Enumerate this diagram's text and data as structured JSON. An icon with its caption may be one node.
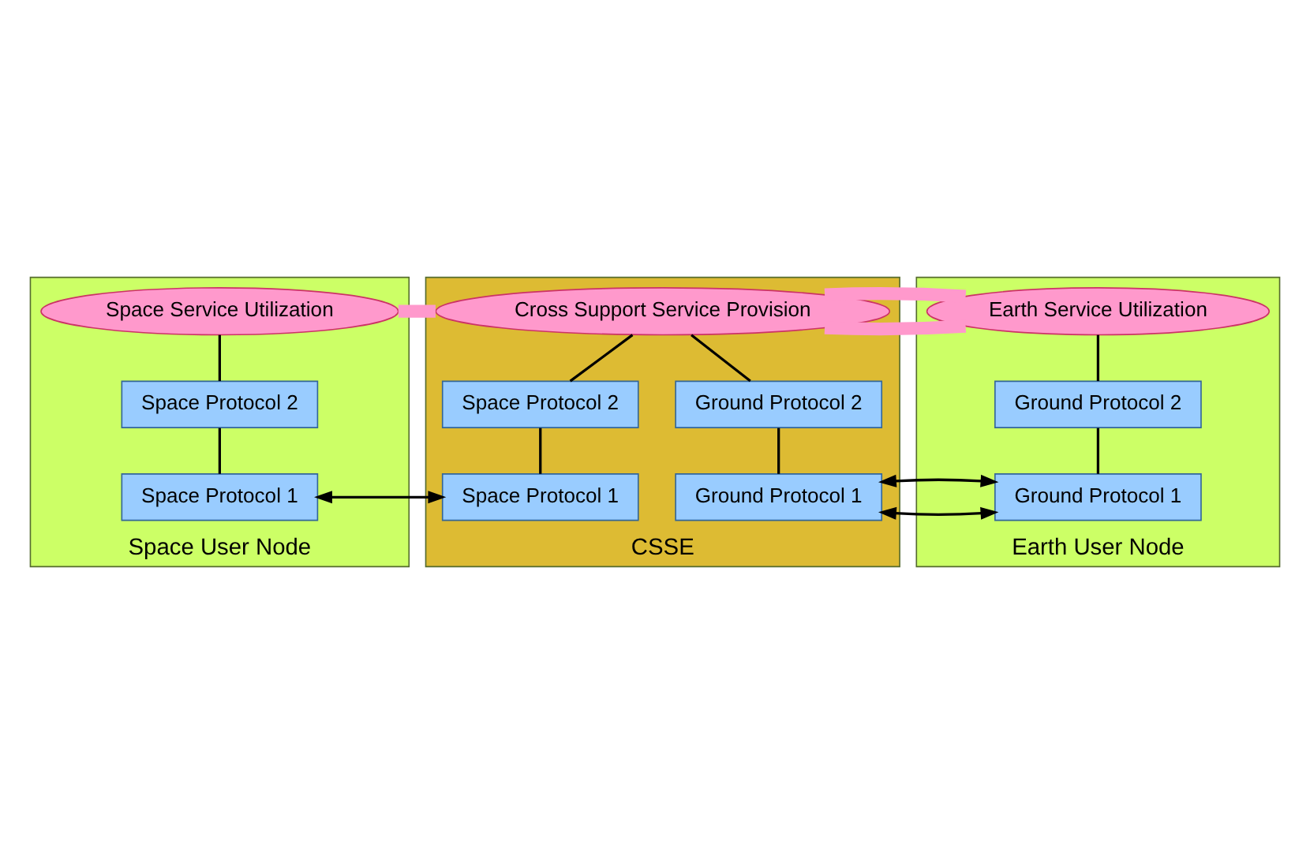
{
  "diagram": {
    "nodes": [
      {
        "text": [
          "Space User Node"
        ]
      },
      {
        "text": [
          "Space Service Utilization"
        ],
        "in": 0
      },
      {
        "text": [
          "Space Protocol 2"
        ],
        "in": 0
      },
      {
        "text": [
          "Space Protocol 1"
        ],
        "in": 0
      },
      {
        "text": [
          "CSSE"
        ]
      },
      {
        "text": [
          "Cross Support Service Provision"
        ],
        "in": 4
      },
      {
        "text": [
          "Space Protocol 2"
        ],
        "in": 4
      },
      {
        "text": [
          "Ground Protocol 2"
        ],
        "in": 4
      },
      {
        "text": [
          "Space Protocol 1"
        ],
        "in": 4
      },
      {
        "text": [
          "Ground Protocol 1"
        ],
        "in": 4
      },
      {
        "text": [
          "Earth User Node"
        ]
      },
      {
        "text": [
          "Earth Service Utilization"
        ],
        "in": 10
      },
      {
        "text": [
          "Ground Protocol 2"
        ],
        "in": 10
      },
      {
        "text": [
          "Ground Protocol 1"
        ],
        "in": 10
      }
    ],
    "edges": [
      {
        "from": 1,
        "to": 5,
        "arrow": "none",
        "style": "thick",
        "color": "#ff99cc"
      },
      {
        "from": 5,
        "to": 11,
        "arrow": "none",
        "style": "thick",
        "color": "#ff99cc"
      },
      {
        "from": 1,
        "to": 2,
        "arrow": "none"
      },
      {
        "from": 2,
        "to": 3,
        "arrow": "none"
      },
      {
        "from": 5,
        "to": 6,
        "arrow": "none"
      },
      {
        "from": 5,
        "to": 7,
        "arrow": "none"
      },
      {
        "from": 6,
        "to": 8,
        "arrow": "none"
      },
      {
        "from": 7,
        "to": 9,
        "arrow": "none"
      },
      {
        "from": 11,
        "to": 12,
        "arrow": "none"
      },
      {
        "from": 12,
        "to": 13,
        "arrow": "none"
      },
      {
        "from": 3,
        "to": 8,
        "arrow": "both"
      },
      {
        "from": 9,
        "to": 13,
        "arrow": "both"
      }
    ]
  }
}
